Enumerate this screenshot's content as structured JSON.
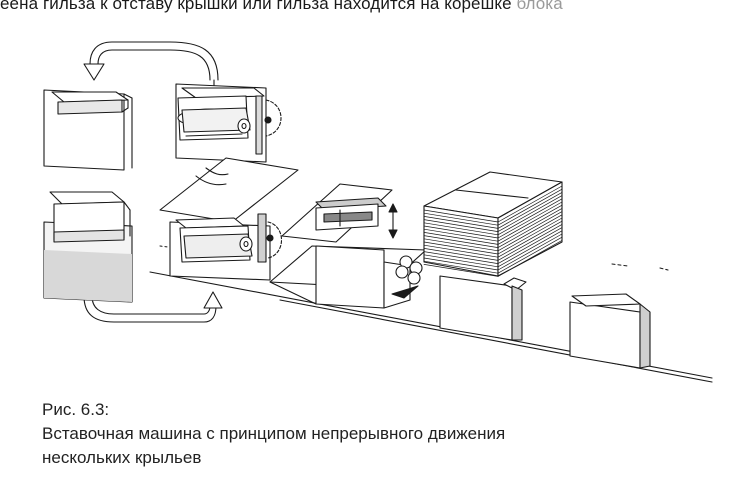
{
  "header": {
    "text_main": "еена гильза к отставу крышки или гильза находится на корешке ",
    "text_fade": "блока"
  },
  "caption": {
    "label": "Рис. 6.3:",
    "line1": "Вставочная машина с принципом непрерывного движения",
    "line2": "нескольких крыльев"
  }
}
